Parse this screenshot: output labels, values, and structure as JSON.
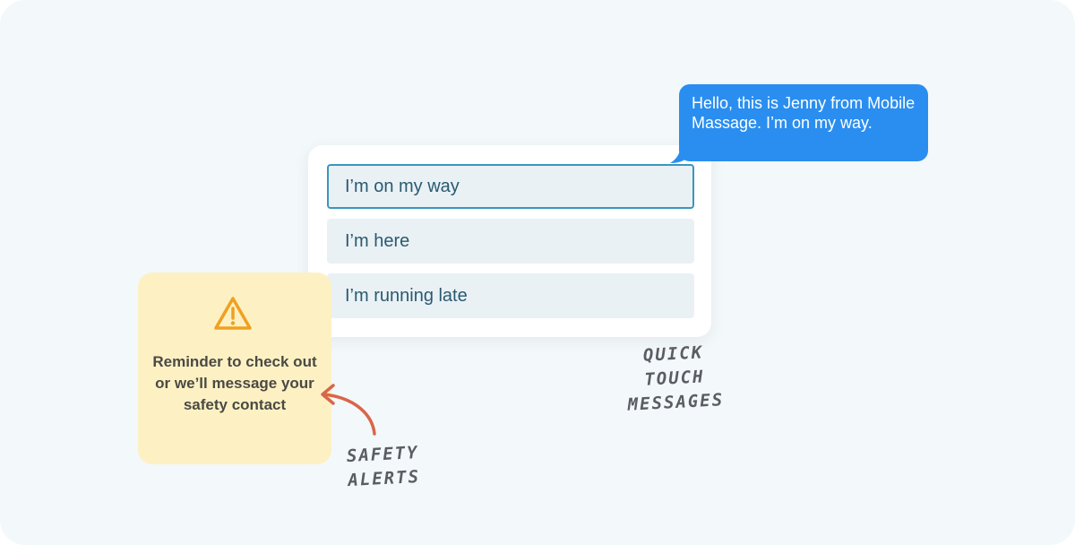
{
  "chat_bubble": {
    "text": "Hello, this is Jenny from Mobile Massage. I’m on my way."
  },
  "quick_messages": {
    "options": [
      {
        "label": "I’m on my way",
        "selected": true
      },
      {
        "label": "I’m here",
        "selected": false
      },
      {
        "label": "I’m running late",
        "selected": false
      }
    ]
  },
  "safety_alert": {
    "icon": "warning-icon",
    "text": "Reminder to check out or we’ll message your safety contact"
  },
  "annotations": {
    "quick_touch": [
      "QUICK",
      "TOUCH",
      "MESSAGES"
    ],
    "safety_alerts": [
      "SAFETY",
      "ALERTS"
    ]
  },
  "colors": {
    "background": "#f3f8fa",
    "bubble": "#2a8ef0",
    "option_bg": "#e9f1f5",
    "option_selected_border": "#3a96c0",
    "option_text": "#2a5a70",
    "alert_bg": "#fdf1c4",
    "alert_icon": "#f0a020",
    "arrow": "#d9664a"
  }
}
